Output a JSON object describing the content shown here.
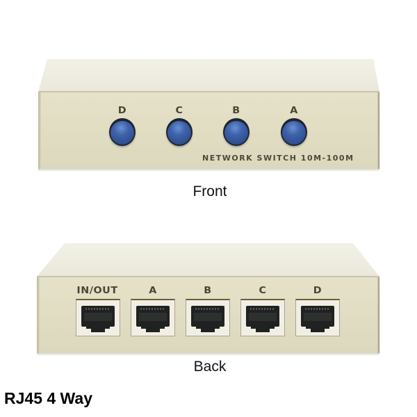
{
  "front_view": {
    "caption": "Front",
    "buttons": [
      {
        "label": "D"
      },
      {
        "label": "C"
      },
      {
        "label": "B"
      },
      {
        "label": "A"
      }
    ],
    "engraving": "NETWORK SWITCH 10M-100M",
    "colors": {
      "body": "#e3dfc5",
      "top": "#eeede0",
      "button": "#3e62aa"
    }
  },
  "back_view": {
    "caption": "Back",
    "ports": [
      {
        "label": "IN/OUT"
      },
      {
        "label": "A"
      },
      {
        "label": "B"
      },
      {
        "label": "C"
      },
      {
        "label": "D"
      }
    ]
  },
  "product_title": "RJ45 4 Way"
}
